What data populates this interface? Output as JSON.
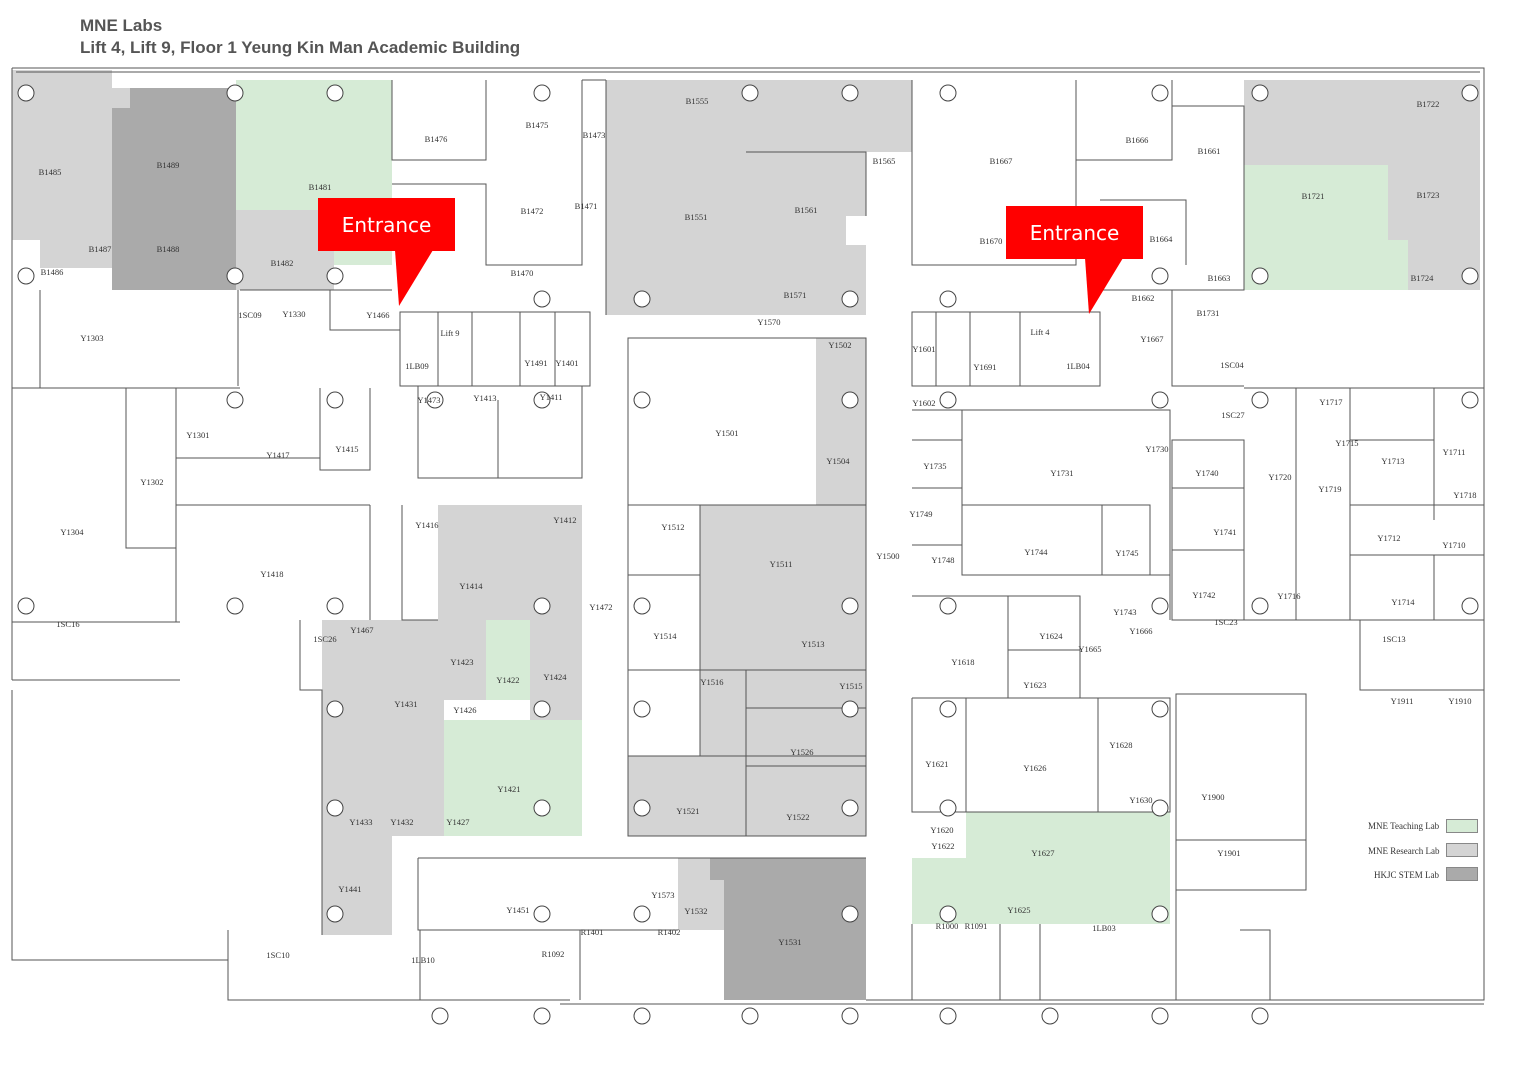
{
  "header": {
    "title": "MNE Labs",
    "subtitle": "Lift 4, Lift 9, Floor 1 Yeung Kin Man Academic Building"
  },
  "colors": {
    "teaching": "#d6ebd6",
    "research": "#d4d4d4",
    "stem": "#aaaaaa",
    "callout": "#ff0000",
    "wall": "#555555"
  },
  "callouts": [
    {
      "text": "Entrance"
    },
    {
      "text": "Entrance"
    }
  ],
  "legend": [
    {
      "label": "MNE Teaching Lab",
      "type": "teaching"
    },
    {
      "label": "MNE Research Lab",
      "type": "research"
    },
    {
      "label": "HKJC STEM Lab",
      "type": "stem"
    }
  ],
  "rooms": [
    "B1485",
    "B1489",
    "B1488",
    "B1487",
    "B1486",
    "B1481",
    "B1482",
    "B1476",
    "B1475",
    "B1473",
    "B1472",
    "B1471",
    "B1470",
    "B1555",
    "B1551",
    "B1565",
    "B1561",
    "B1571",
    "B1667",
    "B1666",
    "B1661",
    "B1670",
    "B1664",
    "B1663",
    "B1662",
    "B1731",
    "B1722",
    "B1721",
    "B1723",
    "B1724",
    "Y1303",
    "1SC09",
    "Y1330",
    "Y1466",
    "Lift 9",
    "1LB09",
    "Y1491",
    "Y1401",
    "Y1473",
    "Y1413",
    "Y1411",
    "Y1570",
    "Y1502",
    "Y1501",
    "Y1504",
    "Y1601",
    "Y1691",
    "Lift 4",
    "1LB04",
    "Y1667",
    "1SC04",
    "Y1602",
    "1SC27",
    "Y1301",
    "Y1417",
    "Y1415",
    "Y1302",
    "Y1304",
    "Y1418",
    "1SC16",
    "Y1416",
    "Y1414",
    "Y1412",
    "Y1472",
    "Y1512",
    "Y1511",
    "Y1514",
    "Y1513",
    "Y1516",
    "Y1515",
    "Y1526",
    "Y1521",
    "Y1522",
    "Y1500",
    "Y1735",
    "Y1731",
    "Y1730",
    "Y1749",
    "Y1748",
    "Y1744",
    "Y1745",
    "Y1740",
    "Y1741",
    "Y1742",
    "Y1743",
    "Y1720",
    "Y1717",
    "Y1715",
    "Y1713",
    "Y1711",
    "Y1719",
    "Y1718",
    "Y1712",
    "Y1710",
    "Y1716",
    "Y1714",
    "1SC23",
    "1SC13",
    "1SC26",
    "Y1467",
    "Y1423",
    "Y1422",
    "Y1424",
    "Y1426",
    "Y1431",
    "Y1421",
    "Y1433",
    "Y1432",
    "Y1427",
    "Y1441",
    "1SC10",
    "Y1451",
    "Y1573",
    "Y1532",
    "Y1531",
    "R1401",
    "R1402",
    "1LB10",
    "R1092",
    "Y1618",
    "Y1624",
    "Y1666",
    "Y1665",
    "Y1623",
    "Y1621",
    "Y1626",
    "Y1628",
    "Y1630",
    "Y1620",
    "Y1622",
    "Y1627",
    "Y1625",
    "R1000",
    "R1091",
    "1LB03",
    "Y1900",
    "Y1901",
    "Y1911",
    "Y1910"
  ]
}
